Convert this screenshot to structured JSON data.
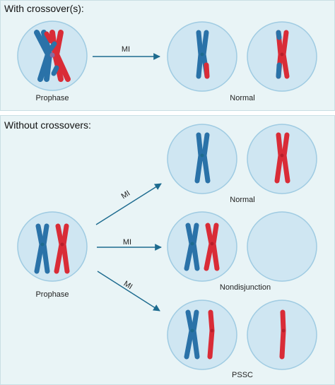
{
  "sections": {
    "with_crossover": {
      "title": "With crossover(s):",
      "arrow_label": "MI",
      "left_label": "Prophase",
      "right_label": "Normal"
    },
    "without_crossovers": {
      "title": "Without crossovers:",
      "left_label": "Prophase",
      "arrow_labels": [
        "MI",
        "MI",
        "MI"
      ],
      "outcomes": [
        "Normal",
        "Nondisjunction",
        "PSSC"
      ]
    }
  },
  "colors": {
    "blue": "#2a72a8",
    "red": "#d92c37",
    "cell_fill": "#cfe6f2",
    "cell_stroke": "#9fcbe2",
    "arrow": "#1d6b8f"
  }
}
